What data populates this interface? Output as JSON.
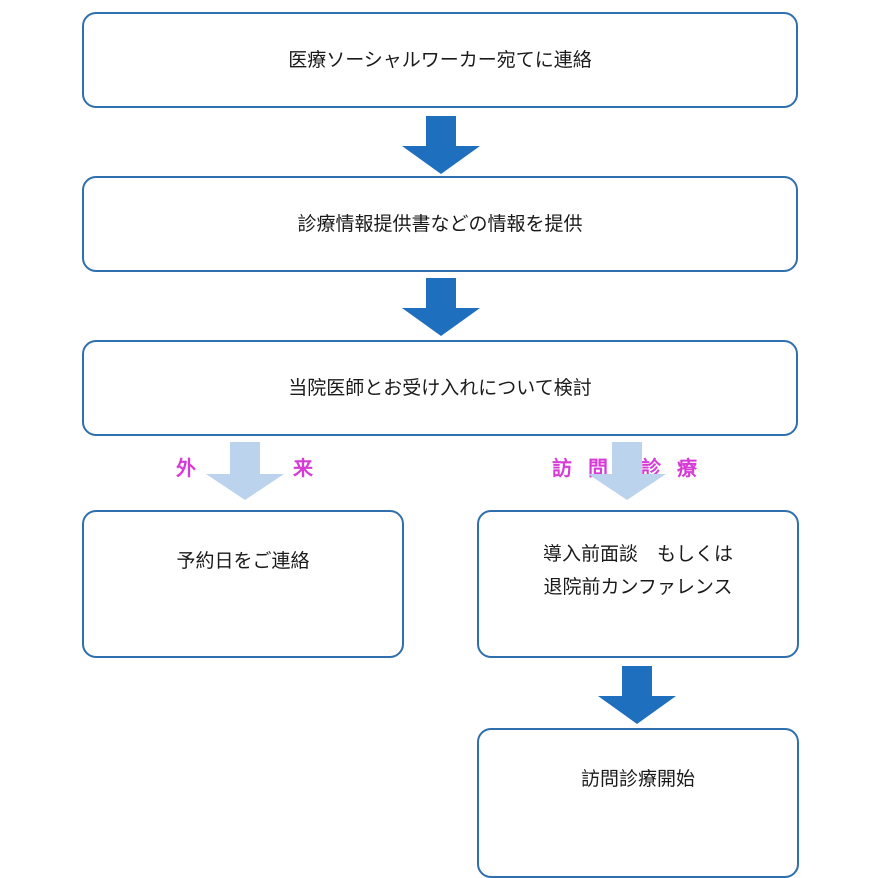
{
  "colors": {
    "box_border": "#2f6fae",
    "arrow_dark": "#1f6fbf",
    "arrow_light": "#bcd3ee",
    "branch_label": "#d63bd6"
  },
  "steps": {
    "contact_social_worker": "医療ソーシャルワーカー宛てに連絡",
    "provide_referral_info": "診療情報提供書などの情報を提供",
    "review_with_doctor": "当院医師とお受け入れについて検討"
  },
  "branches": {
    "outpatient": {
      "label_1": "外",
      "label_2": "来",
      "step": "予約日をご連絡"
    },
    "home_visit": {
      "label_1": "訪",
      "label_2": "問",
      "label_3": "診",
      "label_4": "療",
      "step_line_1": "導入前面談　もしくは",
      "step_line_2": "退院前カンファレンス",
      "final_step": "訪問診療開始"
    }
  }
}
